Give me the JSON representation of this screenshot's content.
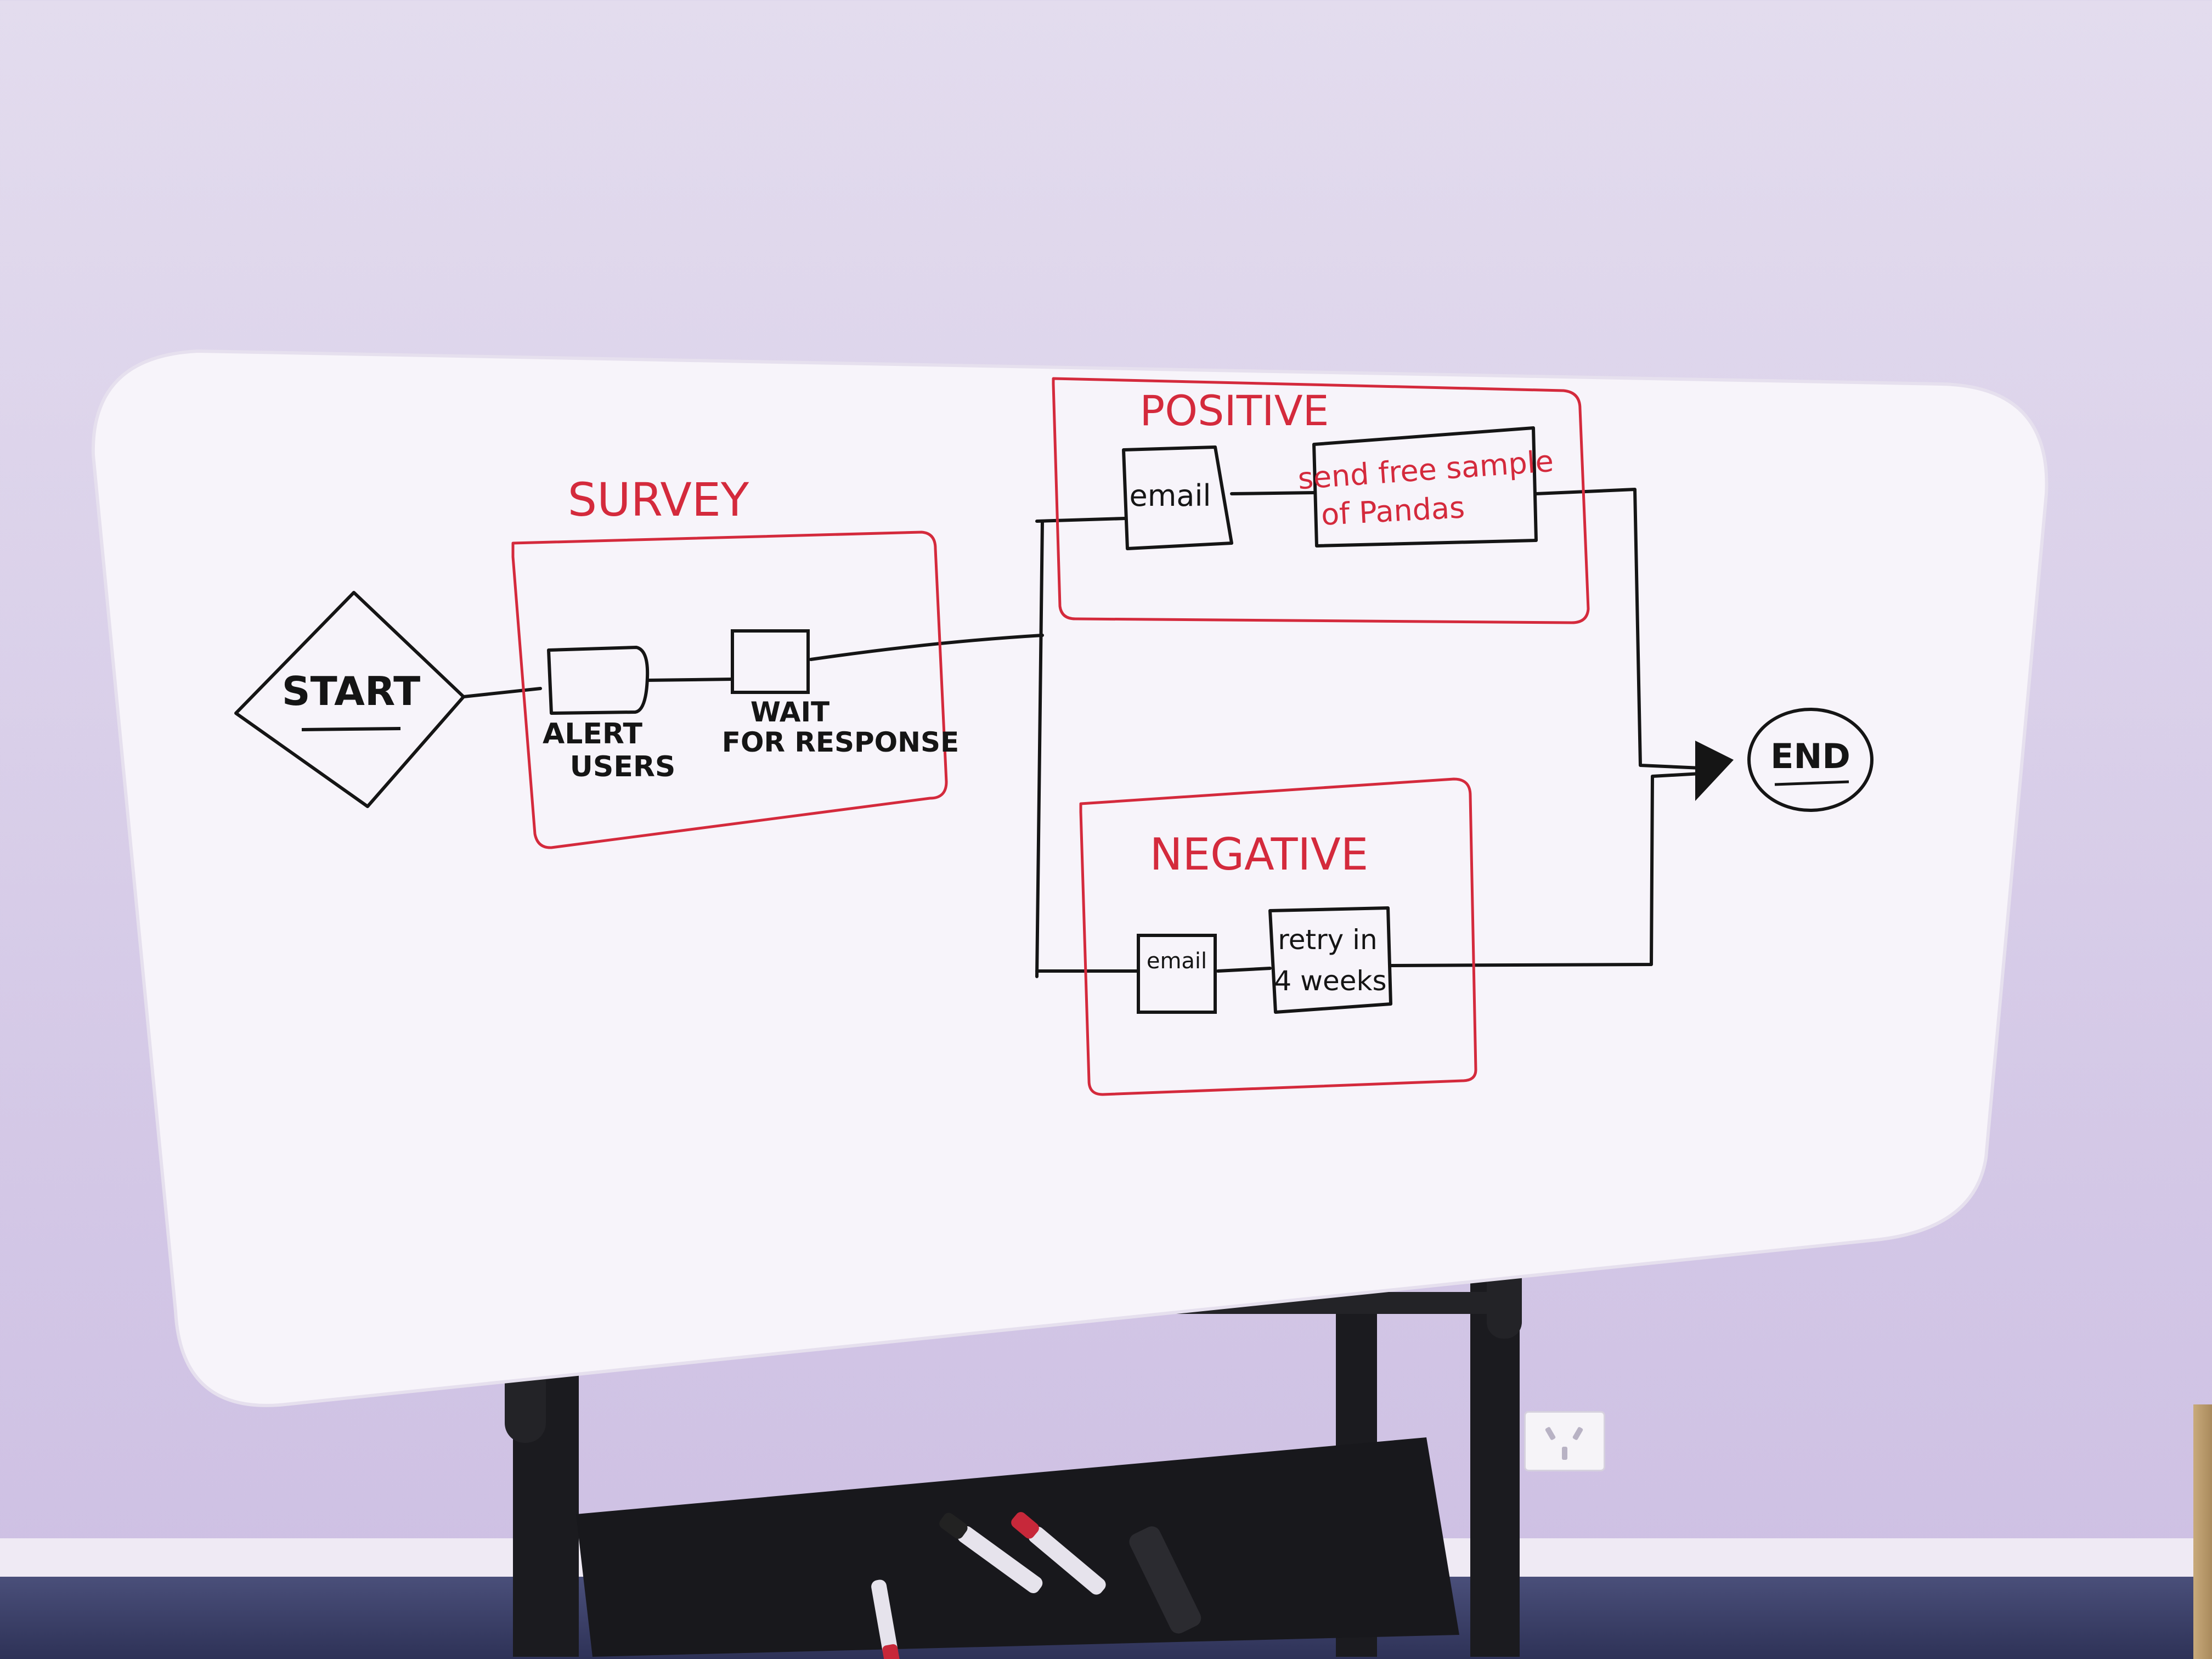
{
  "diagram": {
    "start": "START",
    "end": "END",
    "groups": {
      "survey": {
        "title": "SURVEY",
        "steps": [
          {
            "line1": "ALERT",
            "line2": "USERS"
          },
          {
            "line1": "WAIT",
            "line2": "FOR RESPONSE"
          }
        ]
      },
      "positive": {
        "title": "POSITIVE",
        "steps": [
          {
            "line1": "email",
            "line2": ""
          },
          {
            "line1": "send free sample",
            "line2": "of Pandas"
          }
        ]
      },
      "negative": {
        "title": "NEGATIVE",
        "steps": [
          {
            "line1": "email",
            "line2": ""
          },
          {
            "line1": "retry in",
            "line2": "4 weeks"
          }
        ]
      }
    },
    "colors": {
      "ink_black": "#151515",
      "ink_red": "#d42a3c",
      "board": "#f7f4fa",
      "stand": "#1b1b1f"
    }
  }
}
